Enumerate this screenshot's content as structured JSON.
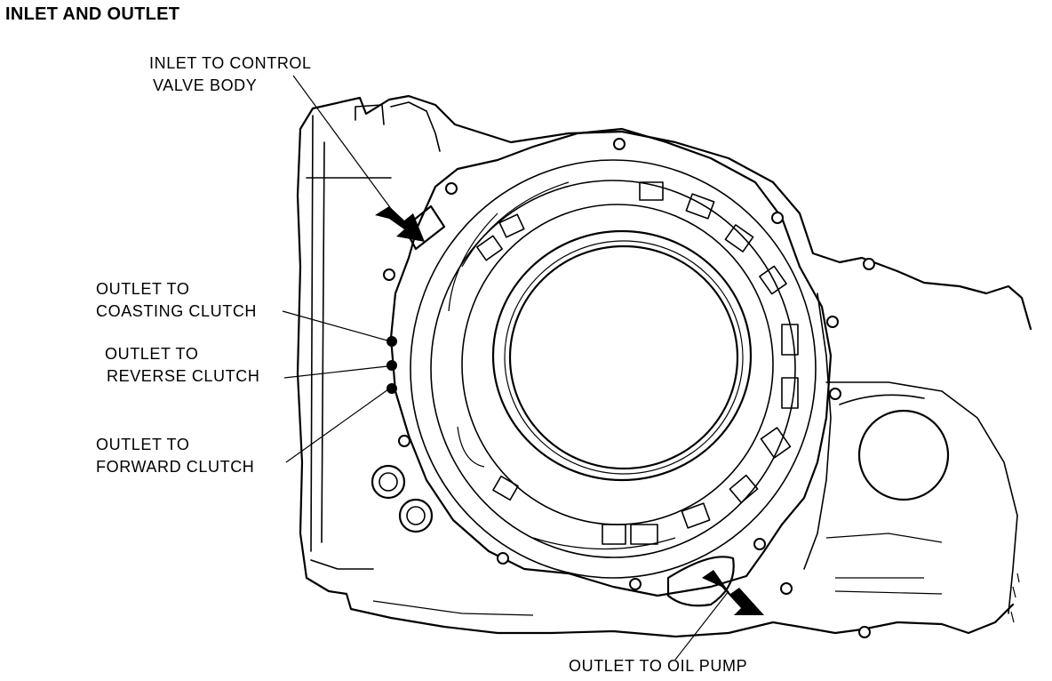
{
  "title": "INLET AND OUTLET",
  "labels": {
    "inlet_control_valve_line1": "INLET TO CONTROL",
    "inlet_control_valve_line2": "VALVE BODY",
    "coasting_line1": "OUTLET TO",
    "coasting_line2": "COASTING CLUTCH",
    "reverse_line1": "OUTLET TO",
    "reverse_line2": "REVERSE CLUTCH",
    "forward_line1": "OUTLET TO",
    "forward_line2": "FORWARD CLUTCH",
    "oil_pump": "OUTLET TO OIL PUMP"
  }
}
